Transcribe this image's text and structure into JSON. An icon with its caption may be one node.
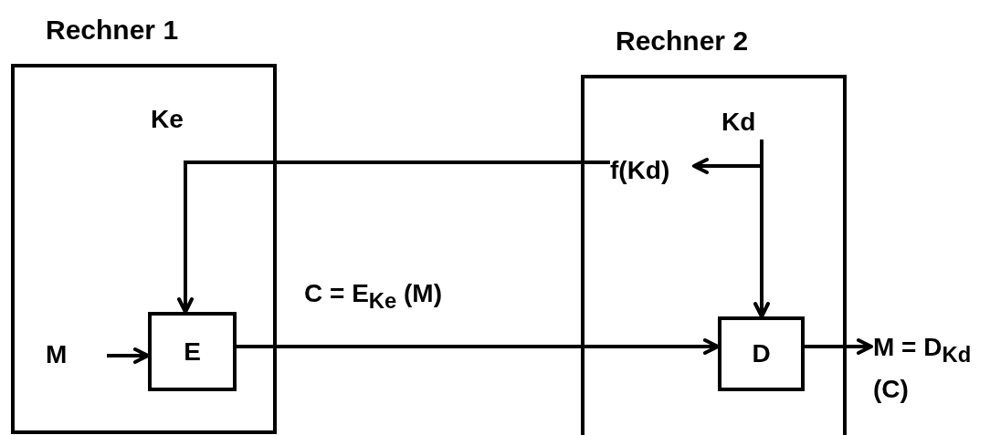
{
  "diagram": {
    "nodes": [
      {
        "text": [
          "Rechner 1"
        ]
      },
      {
        "text": [
          "Rechner 2"
        ]
      },
      {
        "text": [
          "M"
        ],
        "in": 0
      },
      {
        "text": [
          "E"
        ],
        "in": 0
      },
      {
        "text": [
          "Kd"
        ],
        "in": 1
      },
      {
        "text": [
          "f(Kd)"
        ],
        "in": 1
      },
      {
        "text": [
          "D"
        ],
        "in": 1
      },
      {
        "text": [
          "M = D$_{Kd}$ (C)"
        ]
      }
    ],
    "edges": [
      {
        "from": 2,
        "to": 3,
        "arrow": "to"
      },
      {
        "from": 5,
        "to": 3,
        "arrow": "to"
      },
      {
        "from": 4,
        "to": 5,
        "arrow": "to"
      },
      {
        "from": 4,
        "to": 6,
        "arrow": "to"
      },
      {
        "from": 3,
        "to": 6,
        "arrow": "to",
        "label": "C = E$_{Ke}$ (M)"
      },
      {
        "from": 6,
        "to": 7,
        "arrow": "to"
      }
    ],
    "labels": [
      "Ke"
    ]
  }
}
